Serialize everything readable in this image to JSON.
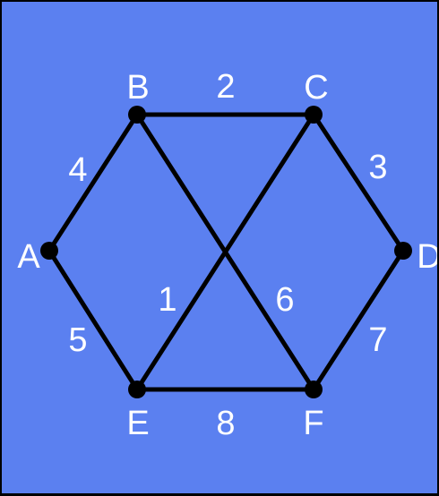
{
  "colors": {
    "background": "#5b80f0",
    "edge": "#000000",
    "node": "#000000",
    "label": "#ffffff"
  },
  "graph": {
    "nodes": [
      {
        "id": "A",
        "label": "A"
      },
      {
        "id": "B",
        "label": "B"
      },
      {
        "id": "C",
        "label": "C"
      },
      {
        "id": "D",
        "label": "D"
      },
      {
        "id": "E",
        "label": "E"
      },
      {
        "id": "F",
        "label": "F"
      }
    ],
    "edges": [
      {
        "from": "B",
        "to": "C",
        "weight": "2"
      },
      {
        "from": "C",
        "to": "D",
        "weight": "3"
      },
      {
        "from": "A",
        "to": "B",
        "weight": "4"
      },
      {
        "from": "A",
        "to": "E",
        "weight": "5"
      },
      {
        "from": "C",
        "to": "E",
        "weight": "1"
      },
      {
        "from": "B",
        "to": "F",
        "weight": "6"
      },
      {
        "from": "D",
        "to": "F",
        "weight": "7"
      },
      {
        "from": "E",
        "to": "F",
        "weight": "8"
      }
    ]
  }
}
